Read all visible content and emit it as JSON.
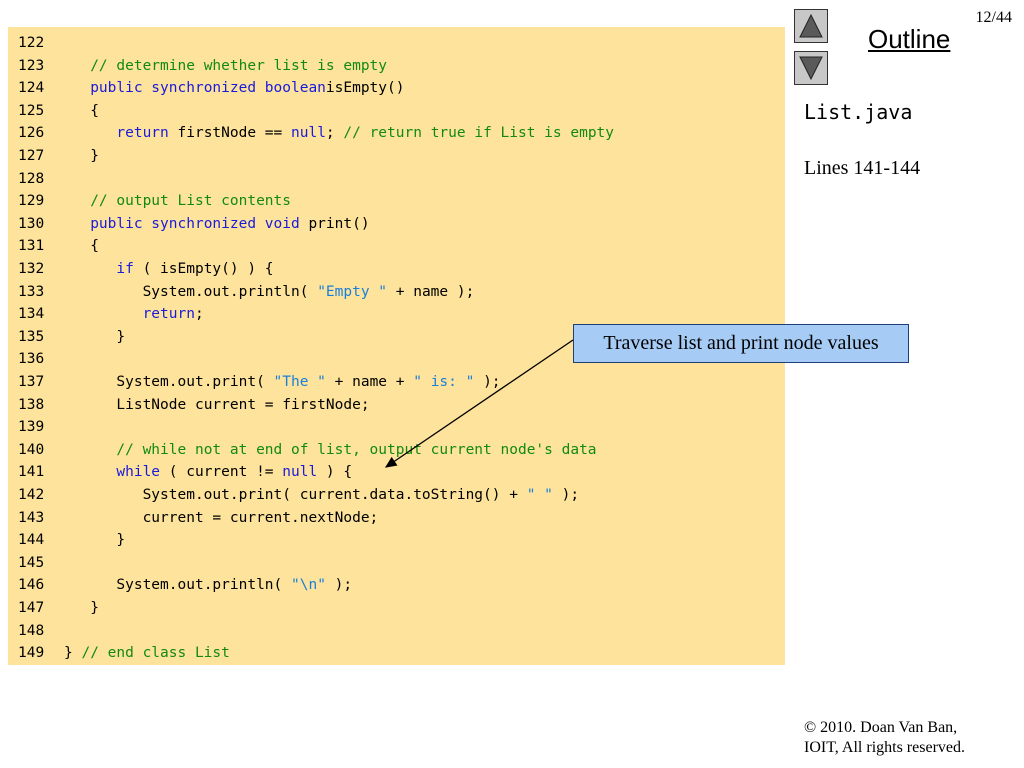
{
  "slide": {
    "number": "12/44",
    "outline_label": "Outline"
  },
  "sidebar": {
    "file_name": "List.java",
    "lines_label": "Lines 141-144"
  },
  "callout": {
    "text": "Traverse list and print node values"
  },
  "footer": {
    "line1": "© 2010.  Doan Van Ban,",
    "line2": "IOIT, All rights reserved."
  },
  "code": {
    "lines": [
      {
        "n": "122",
        "i": 0,
        "t": []
      },
      {
        "n": "123",
        "i": 1,
        "t": [
          [
            "cm",
            "// determine whether list is empty"
          ]
        ]
      },
      {
        "n": "124",
        "i": 1,
        "t": [
          [
            "kw",
            "public synchronized boolean"
          ],
          [
            "",
            "isEmpty()"
          ]
        ]
      },
      {
        "n": "125",
        "i": 1,
        "t": [
          [
            "",
            "{"
          ]
        ]
      },
      {
        "n": "126",
        "i": 2,
        "t": [
          [
            "kw",
            "return"
          ],
          [
            "",
            " firstNode == "
          ],
          [
            "kw",
            "null"
          ],
          [
            "",
            "; "
          ],
          [
            "cm",
            "// return true if List is empty"
          ]
        ]
      },
      {
        "n": "127",
        "i": 1,
        "t": [
          [
            "",
            "}"
          ]
        ]
      },
      {
        "n": "128",
        "i": 0,
        "t": []
      },
      {
        "n": "129",
        "i": 1,
        "t": [
          [
            "cm",
            "// output List contents"
          ]
        ]
      },
      {
        "n": "130",
        "i": 1,
        "t": [
          [
            "kw",
            "public synchronized void"
          ],
          [
            "",
            " print()"
          ]
        ]
      },
      {
        "n": "131",
        "i": 1,
        "t": [
          [
            "",
            "{"
          ]
        ]
      },
      {
        "n": "132",
        "i": 2,
        "t": [
          [
            "kw",
            "if"
          ],
          [
            "",
            " ( isEmpty() ) {"
          ]
        ]
      },
      {
        "n": "133",
        "i": 3,
        "t": [
          [
            "",
            "System.out.println( "
          ],
          [
            "st",
            "\"Empty \""
          ],
          [
            "",
            " + name );"
          ]
        ]
      },
      {
        "n": "134",
        "i": 3,
        "t": [
          [
            "kw",
            "return"
          ],
          [
            "",
            ";"
          ]
        ]
      },
      {
        "n": "135",
        "i": 2,
        "t": [
          [
            "",
            "}"
          ]
        ]
      },
      {
        "n": "136",
        "i": 0,
        "t": []
      },
      {
        "n": "137",
        "i": 2,
        "t": [
          [
            "",
            "System.out.print( "
          ],
          [
            "st",
            "\"The \""
          ],
          [
            "",
            " + name + "
          ],
          [
            "st",
            "\" is: \""
          ],
          [
            "",
            " );"
          ]
        ]
      },
      {
        "n": "138",
        "i": 2,
        "t": [
          [
            "",
            "ListNode current = firstNode;"
          ]
        ]
      },
      {
        "n": "139",
        "i": 0,
        "t": []
      },
      {
        "n": "140",
        "i": 2,
        "t": [
          [
            "cm",
            "// while not at end of list, output current node's data"
          ]
        ]
      },
      {
        "n": "141",
        "i": 2,
        "t": [
          [
            "kw",
            "while"
          ],
          [
            "",
            " ( current != "
          ],
          [
            "kw",
            "null"
          ],
          [
            "",
            " ) {"
          ]
        ]
      },
      {
        "n": "142",
        "i": 3,
        "t": [
          [
            "",
            "System.out.print( current.data.toString() + "
          ],
          [
            "st",
            "\" \""
          ],
          [
            "",
            " );"
          ]
        ]
      },
      {
        "n": "143",
        "i": 3,
        "t": [
          [
            "",
            "current = current.nextNode;"
          ]
        ]
      },
      {
        "n": "144",
        "i": 2,
        "t": [
          [
            "",
            "}"
          ]
        ]
      },
      {
        "n": "145",
        "i": 0,
        "t": []
      },
      {
        "n": "146",
        "i": 2,
        "t": [
          [
            "",
            "System.out.println( "
          ],
          [
            "st",
            "\"\\n\""
          ],
          [
            "",
            " );"
          ]
        ]
      },
      {
        "n": "147",
        "i": 1,
        "t": [
          [
            "",
            "}"
          ]
        ]
      },
      {
        "n": "148",
        "i": 0,
        "t": []
      },
      {
        "n": "149",
        "i": 0,
        "t": [
          [
            "",
            "} "
          ],
          [
            "cm",
            "// end class List"
          ]
        ]
      }
    ]
  },
  "icons": {
    "prev": "triangle-up-icon",
    "next": "triangle-down-icon"
  },
  "colors": {
    "code_background": "#fde39b",
    "keyword": "#1a1adb",
    "comment": "#128a12",
    "string": "#1a7fdb",
    "callout_background": "#a6cbf5"
  }
}
